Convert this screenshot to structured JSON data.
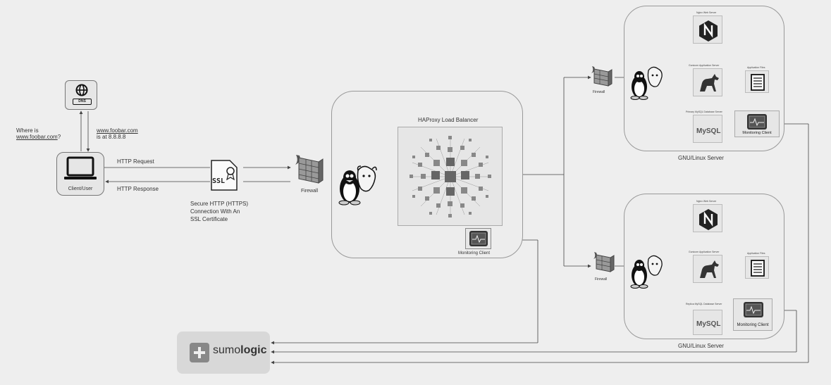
{
  "client": {
    "label": "Client/User",
    "question_prefix": "Where is",
    "question_domain": "www.foobar.com",
    "question_suffix": "?",
    "answer_domain": "www.foobar.com",
    "answer_ip": "is at 8.8.8.8"
  },
  "dns": {
    "badge": "DNS"
  },
  "traffic": {
    "request_label": "HTTP Request",
    "response_label": "HTTP Response",
    "ssl_badge": "SSL",
    "ssl_caption_1": "Secure HTTP (HTTPS)",
    "ssl_caption_2": "Connection With An",
    "ssl_caption_3": "SSL Certificate"
  },
  "firewall_label": "Firewall",
  "load_balancer": {
    "title": "HAProxy Load Balancer",
    "monitoring": "Monitoring Client"
  },
  "servers": [
    {
      "title": "GNU/Linux Server",
      "web_server": "Nginx Web Server",
      "app_server": "Gunicorn Application Server",
      "app_files": "Application Files",
      "db_server": "Primary MySQL Database Server",
      "monitoring": "Monitoring Client",
      "mysql": "MySQL"
    },
    {
      "title": "GNU/Linux Server",
      "web_server": "Nginx Web Server",
      "app_server": "Gunicorn Application Server",
      "app_files": "Application Files",
      "db_server": "Replica MySQL Database Server",
      "monitoring": "Monitoring Client",
      "mysql": "MySQL"
    }
  ],
  "sumo": {
    "word_a": "sumo",
    "word_b": "logic"
  },
  "icons": [
    "globe-icon",
    "laptop-icon",
    "certificate-icon",
    "firewall-icon",
    "linux-tux-icon",
    "gnu-icon",
    "network-mesh-icon",
    "monitor-icon",
    "nginx-icon",
    "horse-icon",
    "document-icon",
    "plus-icon"
  ]
}
